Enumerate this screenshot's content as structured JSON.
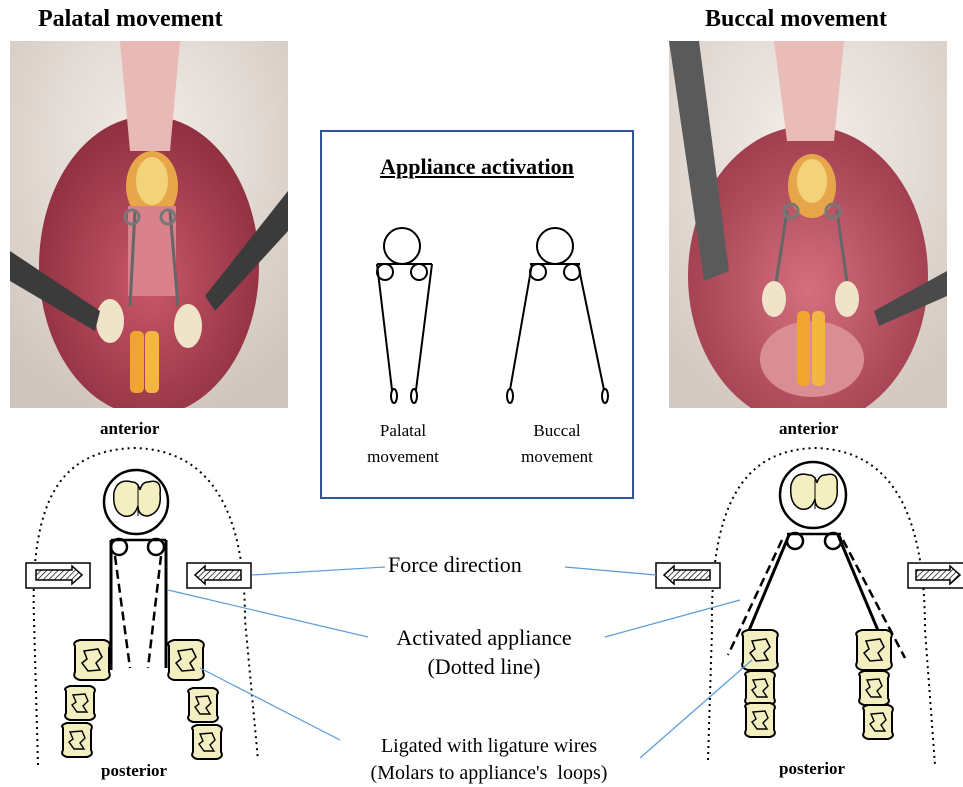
{
  "left_panel": {
    "title": "Palatal movement",
    "anterior": "anterior",
    "posterior": "posterior"
  },
  "right_panel": {
    "title": "Buccal movement",
    "anterior": "anterior",
    "posterior": "posterior"
  },
  "activation_box": {
    "title": "Appliance activation",
    "palatal_caption": "Palatal movement",
    "buccal_caption": "Buccal movement"
  },
  "callouts": {
    "force_direction": "Force direction",
    "activated_appliance_line1": "Activated appliance",
    "activated_appliance_line2": "(Dotted line)",
    "ligated_line1": "Ligated with ligature wires",
    "ligated_line2": "(Molars to appliance's  loops)"
  },
  "colors": {
    "box_border": "#2f5597",
    "leader_line": "#5b9bd5",
    "tooth_fill": "#f3efc0"
  }
}
